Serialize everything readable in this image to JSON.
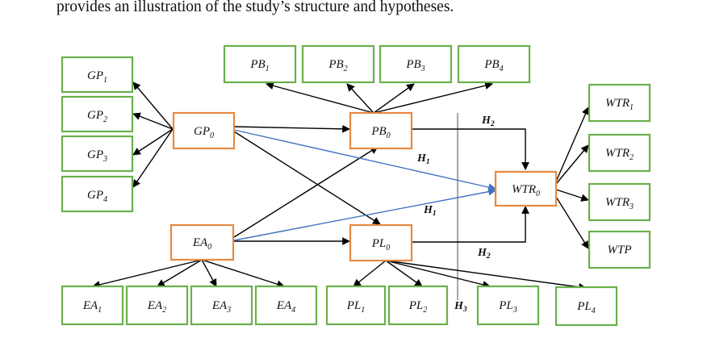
{
  "caption": "provides an illustration of the study’s structure and hypotheses.",
  "colors": {
    "indicator_border": "#6ab04c",
    "construct_border": "#e8893f",
    "h1_arrow": "#4472c4",
    "arrow": "#000000",
    "divider": "#a6a6a6"
  },
  "nodes": {
    "GP1": {
      "base": "GP",
      "sub": "1"
    },
    "GP2": {
      "base": "GP",
      "sub": "2"
    },
    "GP3": {
      "base": "GP",
      "sub": "3"
    },
    "GP4": {
      "base": "GP",
      "sub": "4"
    },
    "GP0": {
      "base": "GP",
      "sub": "0"
    },
    "PB1": {
      "base": "PB",
      "sub": "1"
    },
    "PB2": {
      "base": "PB",
      "sub": "2"
    },
    "PB3": {
      "base": "PB",
      "sub": "3"
    },
    "PB4": {
      "base": "PB",
      "sub": "4"
    },
    "PB0": {
      "base": "PB",
      "sub": "0"
    },
    "EA0": {
      "base": "EA",
      "sub": "0"
    },
    "PL0": {
      "base": "PL",
      "sub": "0"
    },
    "WTR0": {
      "base": "WTR",
      "sub": "0"
    },
    "WTR1": {
      "base": "WTR",
      "sub": "1"
    },
    "WTR2": {
      "base": "WTR",
      "sub": "2"
    },
    "WTR3": {
      "base": "WTR",
      "sub": "3"
    },
    "WTP": {
      "base": "WTP",
      "sub": ""
    },
    "EA1": {
      "base": "EA",
      "sub": "1"
    },
    "EA2": {
      "base": "EA",
      "sub": "2"
    },
    "EA3": {
      "base": "EA",
      "sub": "3"
    },
    "EA4": {
      "base": "EA",
      "sub": "4"
    },
    "PL1": {
      "base": "PL",
      "sub": "1"
    },
    "PL2": {
      "base": "PL",
      "sub": "2"
    },
    "PL3": {
      "base": "PL",
      "sub": "3"
    },
    "PL4": {
      "base": "PL",
      "sub": "4"
    }
  },
  "hypotheses": {
    "h1_top": {
      "base": "H",
      "sub": "1"
    },
    "h1_bottom": {
      "base": "H",
      "sub": "1"
    },
    "h2_top": {
      "base": "H",
      "sub": "2"
    },
    "h2_bottom": {
      "base": "H",
      "sub": "2"
    },
    "h3": {
      "base": "H",
      "sub": "3"
    }
  }
}
